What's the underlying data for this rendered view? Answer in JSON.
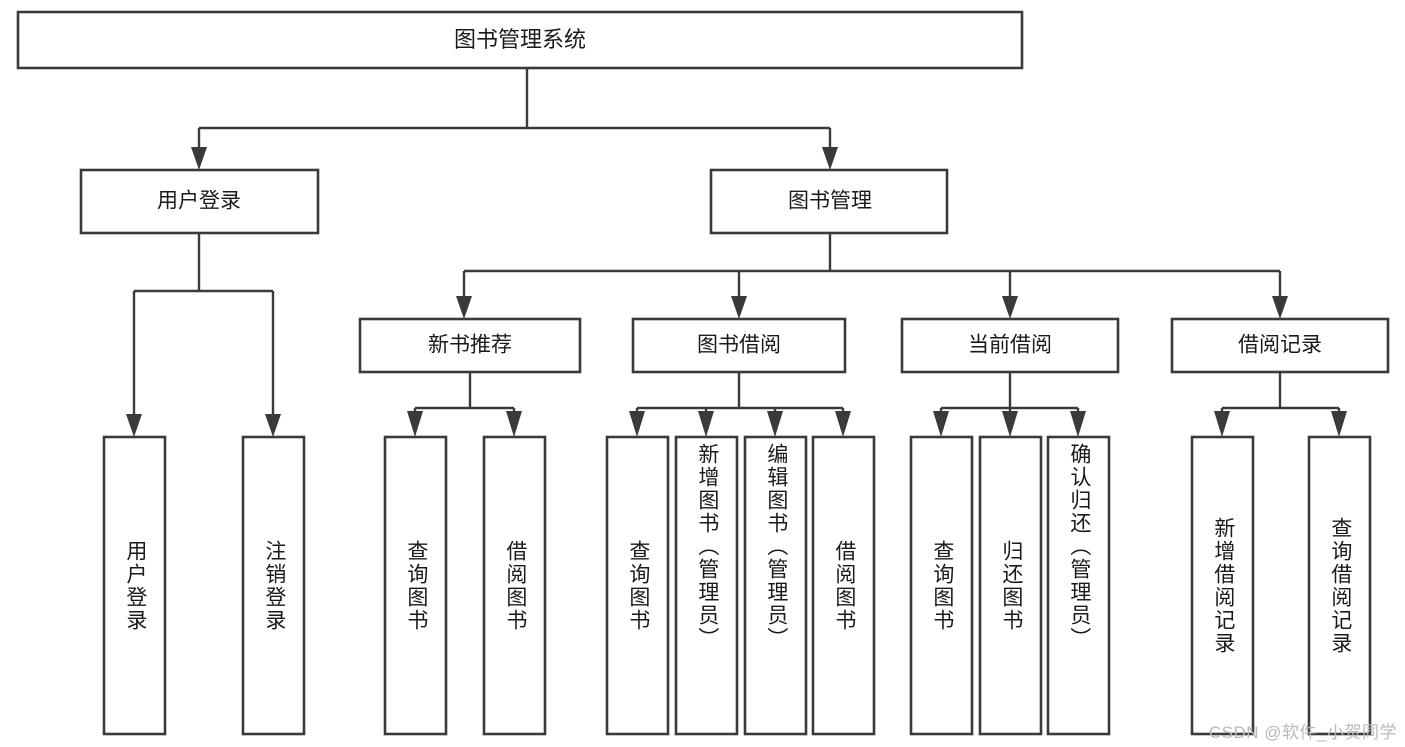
{
  "diagram": {
    "title": "图书管理系统",
    "type": "hierarchy-tree",
    "orientation": "top-down",
    "levels": 4,
    "root": {
      "id": "root",
      "label": "图书管理系统",
      "label_orientation": "horizontal"
    },
    "level2": [
      {
        "id": "user-login",
        "label": "用户登录",
        "label_orientation": "horizontal"
      },
      {
        "id": "book-management",
        "label": "图书管理",
        "label_orientation": "horizontal"
      }
    ],
    "level3": [
      {
        "id": "new-book-recommend",
        "label": "新书推荐",
        "label_orientation": "horizontal",
        "parent": "book-management"
      },
      {
        "id": "book-borrow",
        "label": "图书借阅",
        "label_orientation": "horizontal",
        "parent": "book-management"
      },
      {
        "id": "current-borrow",
        "label": "当前借阅",
        "label_orientation": "horizontal",
        "parent": "book-management"
      },
      {
        "id": "borrow-record",
        "label": "借阅记录",
        "label_orientation": "horizontal",
        "parent": "book-management"
      }
    ],
    "leaves": [
      {
        "id": "leaf-user-login",
        "label": "用户登录",
        "label_orientation": "vertical",
        "parent": "user-login"
      },
      {
        "id": "leaf-logout",
        "label": "注销登录",
        "label_orientation": "vertical",
        "parent": "user-login"
      },
      {
        "id": "leaf-query-book-1",
        "label": "查询图书",
        "label_orientation": "vertical",
        "parent": "new-book-recommend"
      },
      {
        "id": "leaf-borrow-book-1",
        "label": "借阅图书",
        "label_orientation": "vertical",
        "parent": "new-book-recommend"
      },
      {
        "id": "leaf-query-book-2",
        "label": "查询图书",
        "label_orientation": "vertical",
        "parent": "book-borrow"
      },
      {
        "id": "leaf-add-book",
        "label": "新增图书（管理员）",
        "label_orientation": "vertical",
        "parent": "book-borrow"
      },
      {
        "id": "leaf-edit-book",
        "label": "编辑图书（管理员）",
        "label_orientation": "vertical",
        "parent": "book-borrow"
      },
      {
        "id": "leaf-borrow-book-2",
        "label": "借阅图书",
        "label_orientation": "vertical",
        "parent": "book-borrow"
      },
      {
        "id": "leaf-query-book-3",
        "label": "查询图书",
        "label_orientation": "vertical",
        "parent": "current-borrow"
      },
      {
        "id": "leaf-return-book",
        "label": "归还图书",
        "label_orientation": "vertical",
        "parent": "current-borrow"
      },
      {
        "id": "leaf-confirm-return",
        "label": "确认归还（管理员）",
        "label_orientation": "vertical",
        "parent": "current-borrow"
      },
      {
        "id": "leaf-add-record",
        "label": "新增借阅记录",
        "label_orientation": "vertical",
        "parent": "borrow-record"
      },
      {
        "id": "leaf-query-record",
        "label": "查询借阅记录",
        "label_orientation": "vertical",
        "parent": "borrow-record"
      }
    ],
    "colors": {
      "box_stroke": "#3a3a3a",
      "box_fill": "#ffffff",
      "connector": "#3a3a3a",
      "text": "#1a1a1a",
      "background": "#ffffff",
      "watermark": "#b9b9b9"
    }
  },
  "watermark": {
    "text": "CSDN @软件_小贺同学"
  }
}
